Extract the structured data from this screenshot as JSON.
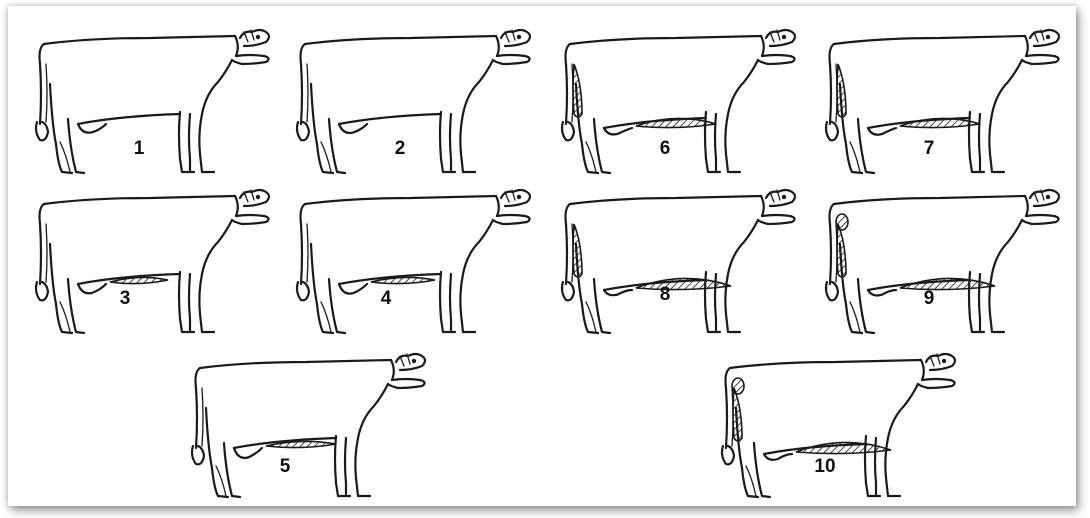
{
  "figure": {
    "cows": [
      {
        "label": "1",
        "bcs": 1
      },
      {
        "label": "2",
        "bcs": 2
      },
      {
        "label": "6",
        "bcs": 6
      },
      {
        "label": "7",
        "bcs": 7
      },
      {
        "label": "3",
        "bcs": 3
      },
      {
        "label": "4",
        "bcs": 4
      },
      {
        "label": "8",
        "bcs": 8
      },
      {
        "label": "9",
        "bcs": 9
      },
      {
        "label": "5",
        "bcs": 5
      },
      {
        "label": "10",
        "bcs": 10
      }
    ],
    "colors": {
      "ink": "#1a1a1a",
      "background": "#ffffff"
    }
  }
}
